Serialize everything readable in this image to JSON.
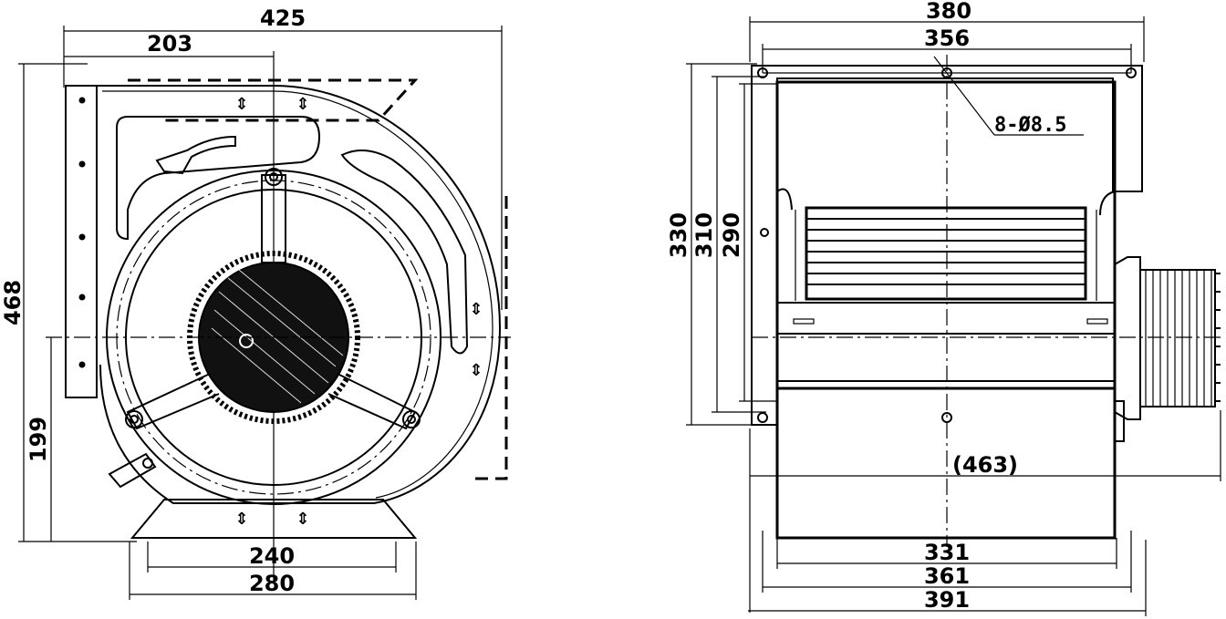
{
  "front_view": {
    "dims": {
      "overall_width": "425",
      "inlet_offset": "203",
      "overall_height": "468",
      "center_height": "199",
      "base_inner": "240",
      "base_outer": "280"
    }
  },
  "side_view": {
    "dims": {
      "flange_width": "380",
      "hole_spacing_width": "356",
      "hole_spec": "8-Ø8.5",
      "height_outer": "330",
      "height_mid": "310",
      "height_inner": "290",
      "overall_length": "(463)",
      "base_331": "331",
      "base_361": "361",
      "base_391": "391"
    }
  }
}
